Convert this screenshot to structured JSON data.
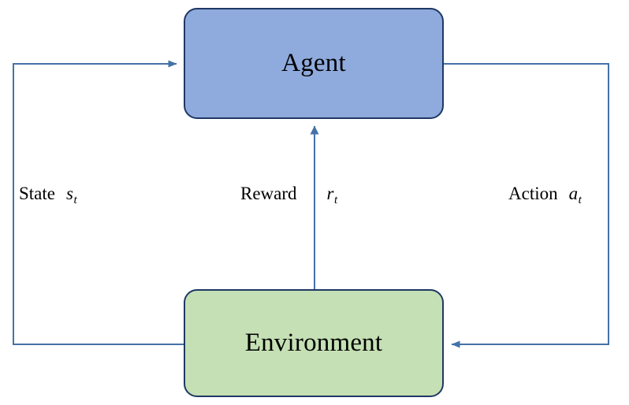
{
  "diagram": {
    "type": "reinforcement-learning-loop",
    "nodes": [
      {
        "id": "agent",
        "label": "Agent",
        "fill": "#8FAADC",
        "stroke": "#1F3864"
      },
      {
        "id": "environment",
        "label": "Environment",
        "fill": "#C5E0B4",
        "stroke": "#1F3864"
      }
    ],
    "edges": [
      {
        "id": "state",
        "text": "State",
        "symbol": "s",
        "subscript": "t",
        "from": "environment",
        "to": "agent",
        "color": "#4472A8"
      },
      {
        "id": "reward",
        "text": "Reward",
        "symbol": "r",
        "subscript": "t",
        "from": "environment",
        "to": "agent",
        "color": "#4472A8"
      },
      {
        "id": "action",
        "text": "Action",
        "symbol": "a",
        "subscript": "t",
        "from": "agent",
        "to": "environment",
        "color": "#4472A8"
      }
    ],
    "colors": {
      "agent_fill": "#8FAADC",
      "environment_fill": "#C5E0B4",
      "node_border": "#1F3864",
      "arrow": "#4472A8",
      "background": "#FFFFFF"
    }
  }
}
